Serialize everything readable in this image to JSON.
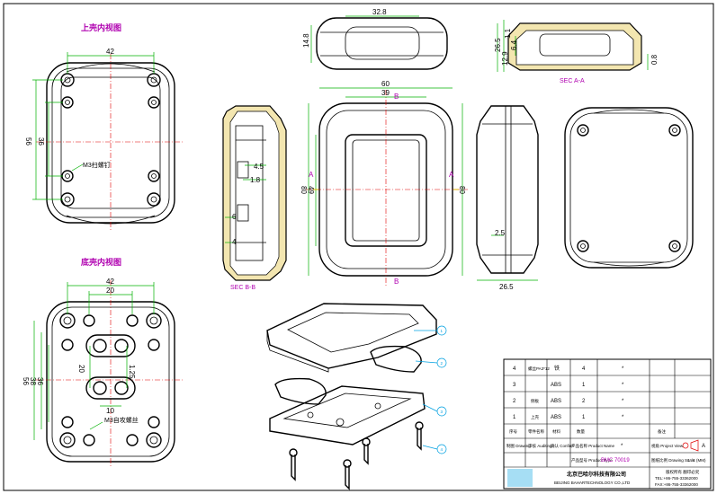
{
  "views": {
    "top_inner_title": "上壳内视图",
    "bottom_inner_title": "底壳内视图",
    "sec_aa": "SEC A-A",
    "sec_bb": "SEC B-B"
  },
  "dims": {
    "top_w": "42",
    "top_h56": "56",
    "top_h36": "36",
    "m3_label": "M3扫螺钉",
    "bot_w42": "42",
    "bot_w20": "20",
    "bot_h56": "56",
    "bot_h38": "38",
    "bot_h36": "36",
    "bot_20": "20",
    "bot_125": "1.25",
    "bot_10": "10",
    "m3_bot_label": "M3自攻螺丝",
    "side_328": "32.8",
    "side_148": "14.8",
    "aa_265": "26.5",
    "aa_11": "1.1",
    "aa_129": "12.9",
    "aa_64": "6.4",
    "aa_08": "0.8",
    "front_60": "60",
    "front_39": "39",
    "front_80": "80",
    "front_49": "49",
    "front_80r": "80",
    "label_a": "A",
    "label_b": "B",
    "bb_45": "4.5",
    "bb_18": "1.8",
    "bb_6": "6",
    "bb_4": "4",
    "rs_25": "2.5",
    "rs_265": "26.5"
  },
  "balloons": [
    "1",
    "2",
    "3",
    "4"
  ],
  "title_block": {
    "rows": [
      {
        "no": "4",
        "name": "螺丝PA3*12",
        "mat": "铁",
        "qty": "4",
        "note": "*"
      },
      {
        "no": "3",
        "name": "",
        "mat": "ABS",
        "qty": "1",
        "note": "*"
      },
      {
        "no": "2",
        "name": "侧板",
        "mat": "ABS",
        "qty": "2",
        "note": "*"
      },
      {
        "no": "1",
        "name": "上壳",
        "mat": "ABS",
        "qty": "1",
        "note": "*"
      }
    ],
    "header": [
      "序号",
      "零件名称",
      "材料",
      "数量",
      "",
      "备注"
    ],
    "labels": {
      "drawing": "制图\nDrawing",
      "auditing": "审核\nAuditing",
      "confirm": "确认\nConfirm",
      "product_name": "产品名称\nProduct Name",
      "product_type": "产品型号\nProduct Type",
      "project_view": "视角\nProject View",
      "drawing_scale": "图纸比例\nDrawing Scale",
      "unit": "单位",
      "star": "*"
    },
    "product_type": "BMC 70019",
    "scale": "1 : 1 (MM)",
    "view_sym": "A",
    "company_cn": "北京巴哈尔科技有限公司",
    "company_en": "BEIJING BAHARTECHNOLOGY CO.,LTD",
    "contact1": "TEL:+86-755-33362000",
    "contact2": "FAX:+86-755-33362000",
    "contact_title": "版权所有 翻印必究"
  },
  "colors": {
    "outline": "#000000",
    "dimension": "#00b000",
    "centerline": "#e00000",
    "title": "#b000b0",
    "section_fill": "#f3e6b0",
    "balloon": "#00a0e0"
  }
}
